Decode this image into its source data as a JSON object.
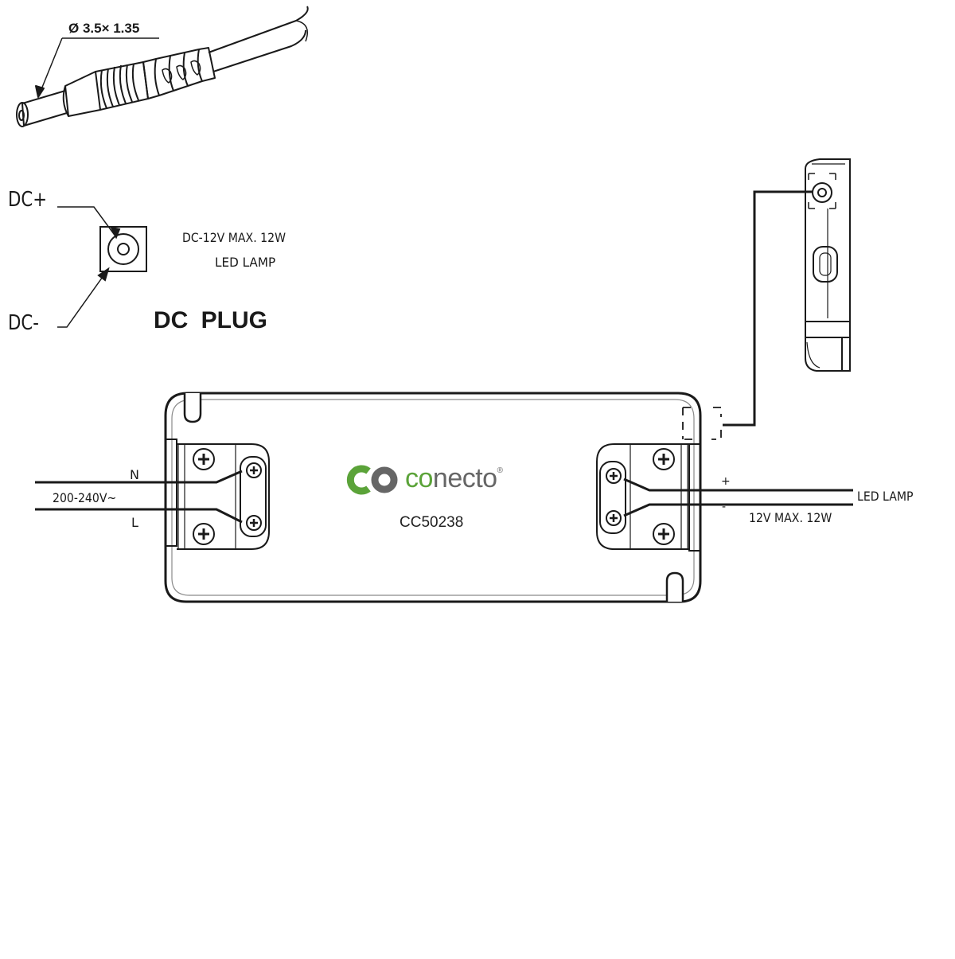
{
  "plug": {
    "dimension": "Ø 3.5× 1.35"
  },
  "dc_plug": {
    "positive_label": "DC+",
    "negative_label": "DC-",
    "spec_line1": "DC-12V MAX. 12W",
    "spec_line2": "LED LAMP",
    "title": "DC  PLUG"
  },
  "driver": {
    "brand_prefix": "co",
    "brand_rest": "necto",
    "brand_mark": "®",
    "model": "CC50238",
    "brand_colors": {
      "green": "#5ba339",
      "grey": "#666666"
    }
  },
  "input": {
    "n_label": "N",
    "l_label": "L",
    "voltage": "200-240V~"
  },
  "output": {
    "plus_label": "+",
    "minus_label": "-",
    "target": "LED LAMP",
    "rating": "12V MAX. 12W"
  }
}
